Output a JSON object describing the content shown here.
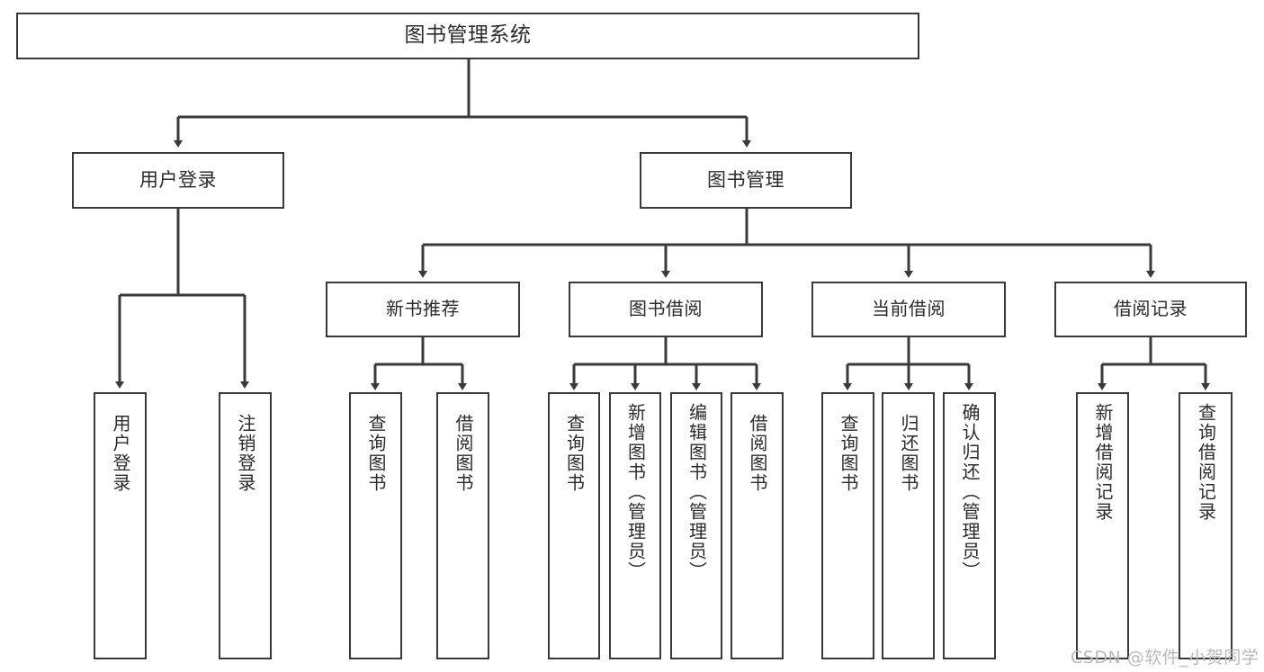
{
  "diagram": {
    "type": "tree",
    "title": "图书管理系统",
    "root": {
      "label": "图书管理系统"
    },
    "level2": [
      {
        "label": "用户登录"
      },
      {
        "label": "图书管理"
      }
    ],
    "level3": [
      {
        "label": "新书推荐"
      },
      {
        "label": "图书借阅"
      },
      {
        "label": "当前借阅"
      },
      {
        "label": "借阅记录"
      }
    ],
    "leaves": {
      "user_login": [
        {
          "label": "用户登录"
        },
        {
          "label": "注销登录"
        }
      ],
      "new_book_recommend": [
        {
          "label": "查询图书"
        },
        {
          "label": "借阅图书"
        }
      ],
      "book_borrow": [
        {
          "label": "查询图书"
        },
        {
          "label": "新增图书（管理员）"
        },
        {
          "label": "编辑图书（管理员）"
        },
        {
          "label": "借阅图书"
        }
      ],
      "current_borrow": [
        {
          "label": "查询图书"
        },
        {
          "label": "归还图书"
        },
        {
          "label": "确认归还（管理员）"
        }
      ],
      "borrow_record": [
        {
          "label": "新增借阅记录"
        },
        {
          "label": "查询借阅记录"
        }
      ]
    }
  },
  "watermark": {
    "text": "CSDN @软件_小贺同学"
  },
  "colors": {
    "stroke": "#3a3a3a",
    "background": "#ffffff",
    "text": "#2b2b2b",
    "watermark": "#b9b9b9"
  }
}
